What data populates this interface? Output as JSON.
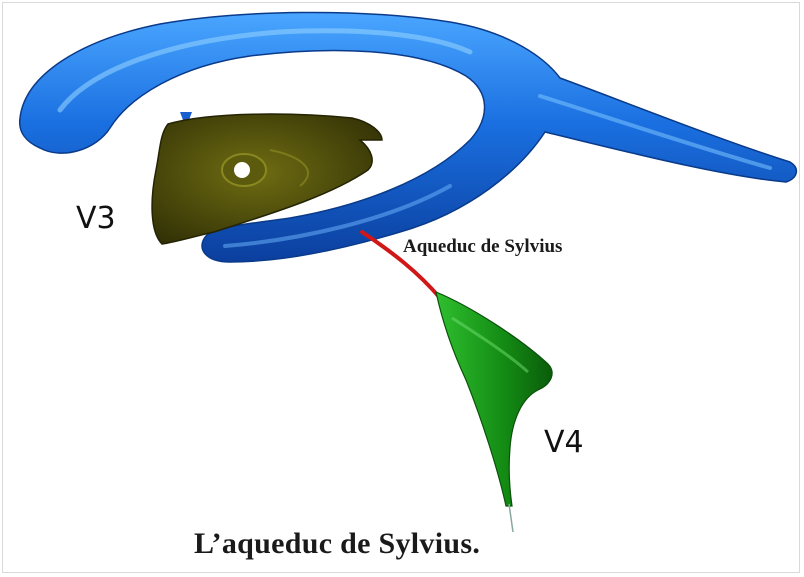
{
  "labels": {
    "v3": "V3",
    "v4": "V4",
    "aqueduct": "Aqueduc de Sylvius"
  },
  "caption": "L’aqueduc de Sylvius.",
  "colors": {
    "lateral_ventricles": "#1f6fe0",
    "third_ventricle": "#4c4a0a",
    "aqueduct": "#d01818",
    "fourth_ventricle": "#1fa01f",
    "background": "#ffffff"
  }
}
